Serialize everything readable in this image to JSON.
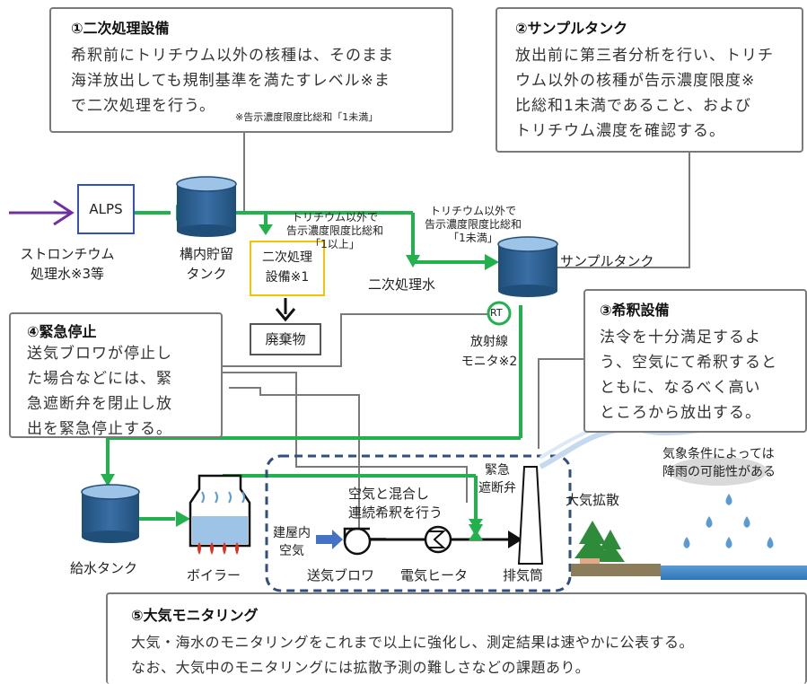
{
  "boxes": {
    "secondary": {
      "title": "①二次処理設備",
      "body1": "希釈前にトリチウム以外の核種は、そのまま",
      "body2": "海洋放出しても規制基準を満たすレベル※ま",
      "body3": "で二次処理を行う。",
      "note": "※告示濃度限度比総和「1未満」"
    },
    "sample": {
      "title": "②サンプルタンク",
      "body1": "放出前に第三者分析を行い、トリチ",
      "body2": "ウム以外の核種が告示濃度限度※",
      "body3": "比総和1未満であること、および",
      "body4": "トリチウム濃度を確認する。"
    },
    "emergency": {
      "title": "④緊急停止",
      "body1": "送気ブロワが停止し",
      "body2": "た場合などには、緊",
      "body3": "急遮断弁を閉止し放",
      "body4": "出を緊急停止する。"
    },
    "dilution": {
      "title": "③希釈設備",
      "body1": "法令を十分満足するよ",
      "body2": "う、空気にて希釈すると",
      "body3": "ともに、なるべく高い",
      "body4": "ところから放出する。"
    },
    "monitoring": {
      "title": "⑤大気モニタリング",
      "body1": "大気・海水のモニタリングをこれまで以上に強化し、測定結果は速やかに公表する。",
      "body2": "なお、大気中のモニタリングには拡散予測の難しさなどの課題あり。"
    }
  },
  "labels": {
    "alps": "ALPS",
    "strontium1": "ストロンチウム",
    "strontium2": "処理水※3等",
    "storage1": "構内貯留",
    "storage2": "タンク",
    "secondary1": "二次処理",
    "secondary2": "設備※1",
    "waste": "廃棄物",
    "over1_1": "トリチウム以外で",
    "over1_2": "告示濃度限度比総和",
    "over1_3": "「1以上」",
    "under1_1": "トリチウム以外で",
    "under1_2": "告示濃度限度比総和",
    "under1_3": "「1未満」",
    "treated": "二次処理水",
    "sample_tank": "サンプルタンク",
    "rt": "RT",
    "rad1": "放射線",
    "rad2": "モニタ※2",
    "feed_tank": "給水タンク",
    "boiler": "ボイラー",
    "mix1": "空気と混合し",
    "mix2": "連続希釈を行う",
    "valve1": "緊急",
    "valve2": "遮断弁",
    "indoor1": "建屋内",
    "indoor2": "空気",
    "blower": "送気ブロワ",
    "heater": "電気ヒータ",
    "stack": "排気筒",
    "diffusion": "大気拡散",
    "weather1": "気象条件によっては",
    "weather2": "降雨の可能性がある"
  },
  "colors": {
    "green": "#22b14c",
    "purple": "#7030a0",
    "navy": "#2f4f7f",
    "tank": "#2e5c8a",
    "box_border": "#7a7a7a",
    "highlight": "#f5c400"
  }
}
